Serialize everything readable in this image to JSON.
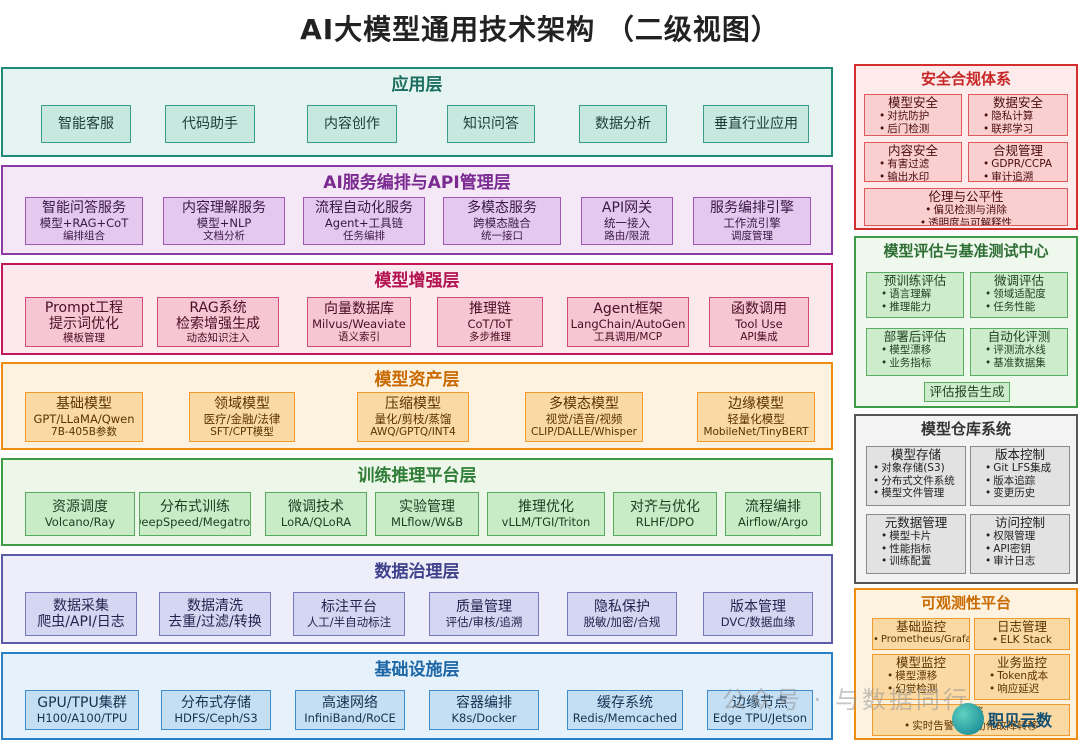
{
  "title": "AI大模型通用技术架构 （二级视图）",
  "layers": {
    "app": {
      "title": "应用层",
      "items": [
        {
          "l1": "智能客服"
        },
        {
          "l1": "代码助手"
        },
        {
          "l1": "内容创作"
        },
        {
          "l1": "知识问答"
        },
        {
          "l1": "数据分析"
        },
        {
          "l1": "垂直行业应用"
        }
      ]
    },
    "service": {
      "title": "AI服务编排与API管理层",
      "items": [
        {
          "l1": "智能问答服务",
          "l2": "模型+RAG+CoT",
          "l3": "编排组合"
        },
        {
          "l1": "内容理解服务",
          "l2": "模型+NLP",
          "l3": "文档分析"
        },
        {
          "l1": "流程自动化服务",
          "l2": "Agent+工具链",
          "l3": "任务编排"
        },
        {
          "l1": "多模态服务",
          "l2": "跨模态融合",
          "l3": "统一接口"
        },
        {
          "l1": "API网关",
          "l2": "统一接入",
          "l3": "路由/限流"
        },
        {
          "l1": "服务编排引擎",
          "l2": "工作流引擎",
          "l3": "调度管理"
        }
      ]
    },
    "enhance": {
      "title": "模型增强层",
      "items": [
        {
          "l1": "Prompt工程",
          "l2": "提示词优化",
          "l3": "模板管理"
        },
        {
          "l1": "RAG系统",
          "l2": "检索增强生成",
          "l3": "动态知识注入"
        },
        {
          "l1": "向量数据库",
          "l2": "Milvus/Weaviate",
          "l3": "语义索引"
        },
        {
          "l1": "推理链",
          "l2": "CoT/ToT",
          "l3": "多步推理"
        },
        {
          "l1": "Agent框架",
          "l2": "LangChain/AutoGen",
          "l3": "工具调用/MCP"
        },
        {
          "l1": "函数调用",
          "l2": "Tool Use",
          "l3": "API集成"
        }
      ]
    },
    "asset": {
      "title": "模型资产层",
      "items": [
        {
          "l1": "基础模型",
          "l2": "GPT/LLaMA/Qwen",
          "l3": "7B-405B参数"
        },
        {
          "l1": "领域模型",
          "l2": "医疗/金融/法律",
          "l3": "SFT/CPT模型"
        },
        {
          "l1": "压缩模型",
          "l2": "量化/剪枝/蒸馏",
          "l3": "AWQ/GPTQ/INT4"
        },
        {
          "l1": "多模态模型",
          "l2": "视觉/语音/视频",
          "l3": "CLIP/DALLE/Whisper"
        },
        {
          "l1": "边缘模型",
          "l2": "轻量化模型",
          "l3": "MobileNet/TinyBERT"
        }
      ]
    },
    "train": {
      "title": "训练推理平台层",
      "items": [
        {
          "l1": "资源调度",
          "l3": "Volcano/Ray"
        },
        {
          "l1": "分布式训练",
          "l3": "DeepSpeed/Megatron"
        },
        {
          "l1": "微调技术",
          "l3": "LoRA/QLoRA"
        },
        {
          "l1": "实验管理",
          "l3": "MLflow/W&B"
        },
        {
          "l1": "推理优化",
          "l3": "vLLM/TGI/Triton"
        },
        {
          "l1": "对齐与优化",
          "l3": "RLHF/DPO"
        },
        {
          "l1": "流程编排",
          "l3": "Airflow/Argo"
        }
      ]
    },
    "data": {
      "title": "数据治理层",
      "items": [
        {
          "l1": "数据采集",
          "l3": "爬虫/API/日志"
        },
        {
          "l1": "数据清洗",
          "l3": "去重/过滤/转换"
        },
        {
          "l1": "标注平台",
          "l3": "人工/半自动标注"
        },
        {
          "l1": "质量管理",
          "l3": "评估/审核/追溯"
        },
        {
          "l1": "隐私保护",
          "l3": "脱敏/加密/合规"
        },
        {
          "l1": "版本管理",
          "l3": "DVC/数据血缘"
        }
      ]
    },
    "infra": {
      "title": "基础设施层",
      "items": [
        {
          "l1": "GPU/TPU集群",
          "l3": "H100/A100/TPU"
        },
        {
          "l1": "分布式存储",
          "l3": "HDFS/Ceph/S3"
        },
        {
          "l1": "高速网络",
          "l3": "InfiniBand/RoCE"
        },
        {
          "l1": "容器编排",
          "l3": "K8s/Docker"
        },
        {
          "l1": "缓存系统",
          "l3": "Redis/Memcached"
        },
        {
          "l1": "边缘节点",
          "l3": "Edge TPU/Jetson"
        }
      ]
    }
  },
  "panels": {
    "security": {
      "title": "安全合规体系",
      "cells": [
        {
          "title": "模型安全",
          "items": [
            "对抗防护",
            "后门检测"
          ]
        },
        {
          "title": "数据安全",
          "items": [
            "隐私计算",
            "联邦学习"
          ]
        },
        {
          "title": "内容安全",
          "items": [
            "有害过滤",
            "输出水印"
          ]
        },
        {
          "title": "合规管理",
          "items": [
            "GDPR/CCPA",
            "审计追溯"
          ]
        },
        {
          "title": "伦理与公平性",
          "items": [
            "偏见检测与消除",
            "透明度与可解释性"
          ]
        }
      ]
    },
    "eval": {
      "title": "模型评估与基准测试中心",
      "cells": [
        {
          "title": "预训练评估",
          "items": [
            "语言理解",
            "推理能力"
          ]
        },
        {
          "title": "微调评估",
          "items": [
            "领域适配度",
            "任务性能"
          ]
        },
        {
          "title": "部署后评估",
          "items": [
            "模型漂移",
            "业务指标"
          ]
        },
        {
          "title": "自动化评测",
          "items": [
            "评测流水线",
            "基准数据集"
          ]
        },
        {
          "title": "评估报告生成",
          "items": []
        }
      ]
    },
    "repo": {
      "title": "模型仓库系统",
      "cells": [
        {
          "title": "模型存储",
          "items": [
            "对象存储(S3)",
            "分布式文件系统",
            "模型文件管理"
          ]
        },
        {
          "title": "版本控制",
          "items": [
            "Git LFS集成",
            "版本追踪",
            "变更历史"
          ]
        },
        {
          "title": "元数据管理",
          "items": [
            "模型卡片",
            "性能指标",
            "训练配置"
          ]
        },
        {
          "title": "访问控制",
          "items": [
            "权限管理",
            "API密钥",
            "审计日志"
          ]
        }
      ]
    },
    "observe": {
      "title": "可观测性平台",
      "cells": [
        {
          "title": "基础监控",
          "items": [
            "Prometheus/Grafana"
          ]
        },
        {
          "title": "日志管理",
          "items": [
            "ELK Stack"
          ]
        },
        {
          "title": "模型监控",
          "items": [
            "模型漂移",
            "幻觉检测"
          ]
        },
        {
          "title": "业务监控",
          "items": [
            "Token成本",
            "响应延迟"
          ]
        },
        {
          "title": "告警",
          "items": [
            "实时告警 / 自动化故障转移"
          ]
        }
      ]
    }
  },
  "watermark": "公众号 · 与数据同行",
  "logo_text": "职贝云数"
}
